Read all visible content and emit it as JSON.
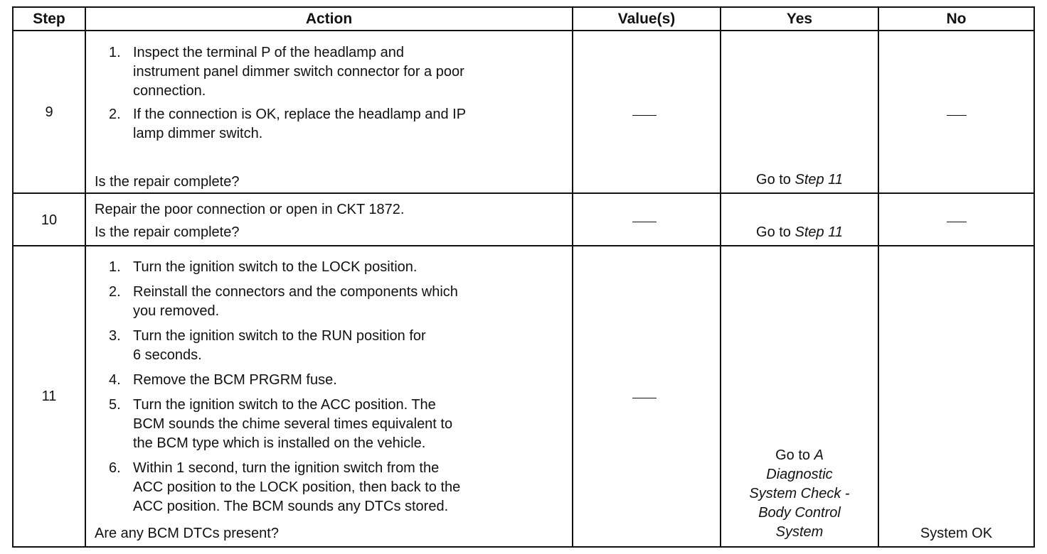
{
  "headers": {
    "step": "Step",
    "action": "Action",
    "values": "Value(s)",
    "yes": "Yes",
    "no": "No"
  },
  "rows": [
    {
      "step": "9",
      "items": [
        {
          "num": "1.",
          "lines": [
            "Inspect the terminal P of the headlamp and",
            "instrument panel dimmer switch connector for a poor",
            "connection."
          ]
        },
        {
          "num": "2.",
          "lines": [
            "If the connection is OK, replace the headlamp and IP",
            "lamp dimmer switch."
          ]
        }
      ],
      "question": "Is the repair complete?",
      "value": "—",
      "yes_prefix": "Go to ",
      "yes_link": "Step 11",
      "no": "—"
    },
    {
      "step": "10",
      "action": "Repair the poor connection or open in CKT 1872.",
      "question": "Is the repair complete?",
      "value": "—",
      "yes_prefix": "Go to ",
      "yes_link": "Step 11",
      "no": "—"
    },
    {
      "step": "11",
      "items": [
        {
          "num": "1.",
          "lines": [
            "Turn the ignition switch to the LOCK position."
          ]
        },
        {
          "num": "2.",
          "lines": [
            "Reinstall the connectors and the components which",
            "you removed."
          ]
        },
        {
          "num": "3.",
          "lines": [
            "Turn the ignition switch to the RUN position for",
            "6 seconds."
          ]
        },
        {
          "num": "4.",
          "lines": [
            "Remove the BCM PRGRM fuse."
          ]
        },
        {
          "num": "5.",
          "lines": [
            "Turn the ignition switch to the ACC position. The",
            "BCM sounds the chime several times equivalent to",
            "the BCM type which is installed on the vehicle."
          ]
        },
        {
          "num": "6.",
          "lines": [
            "Within 1 second, turn the ignition switch from the",
            "ACC position to the LOCK position, then back to the",
            "ACC position. The BCM sounds any DTCs stored."
          ]
        }
      ],
      "question": "Are any BCM DTCs present?",
      "value": "—",
      "yes_prefix": "Go to ",
      "yes_link_lines": [
        "A",
        "Diagnostic",
        "System Check -",
        "Body Control",
        "System"
      ],
      "no": "System OK"
    }
  ]
}
